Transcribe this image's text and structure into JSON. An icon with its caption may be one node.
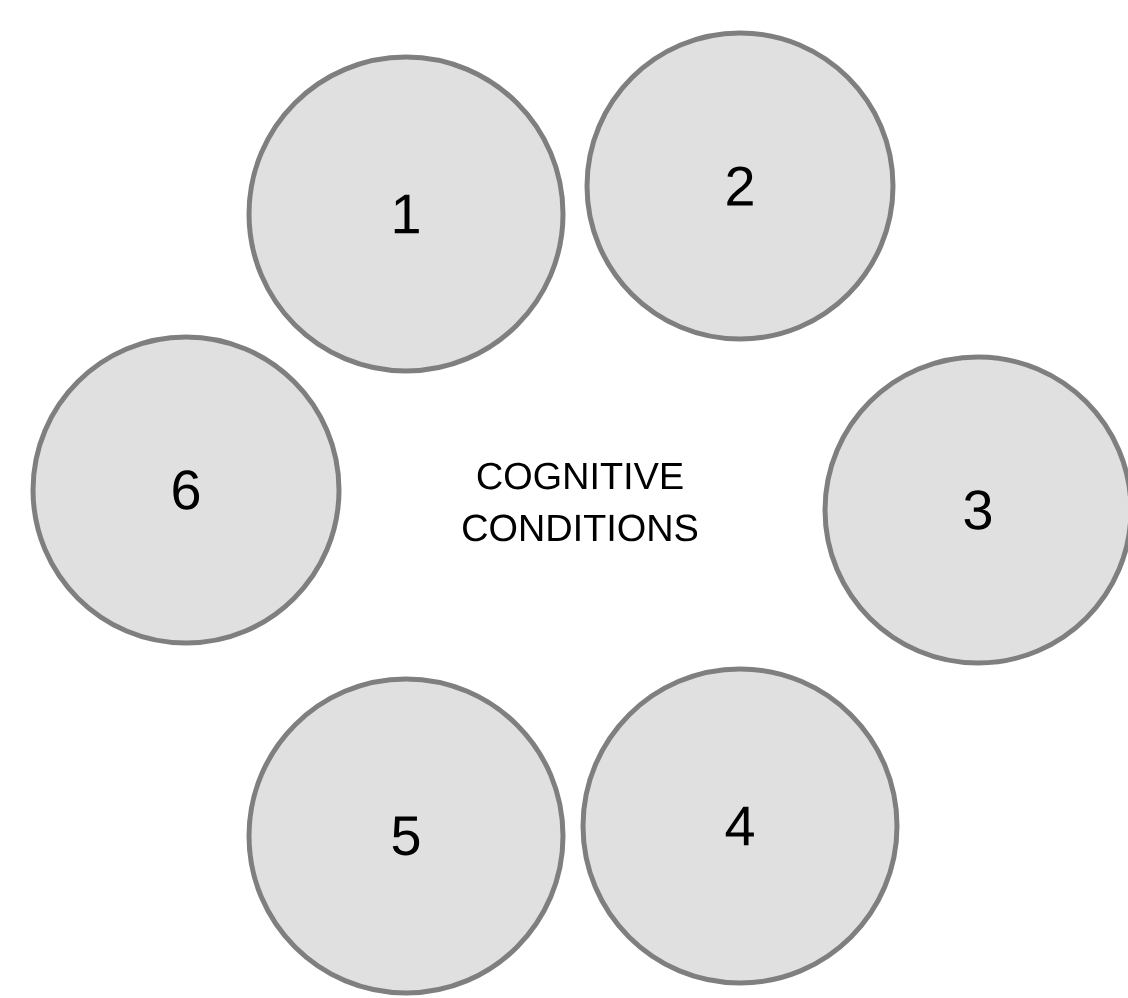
{
  "diagram": {
    "nodes": [
      {
        "text": [
          "1"
        ]
      },
      {
        "text": [
          "2"
        ]
      },
      {
        "text": [
          "3"
        ]
      },
      {
        "text": [
          "4"
        ]
      },
      {
        "text": [
          "5"
        ]
      },
      {
        "text": [
          "6"
        ]
      }
    ],
    "labels": [
      "COGNITIVE CONDITIONS"
    ]
  }
}
